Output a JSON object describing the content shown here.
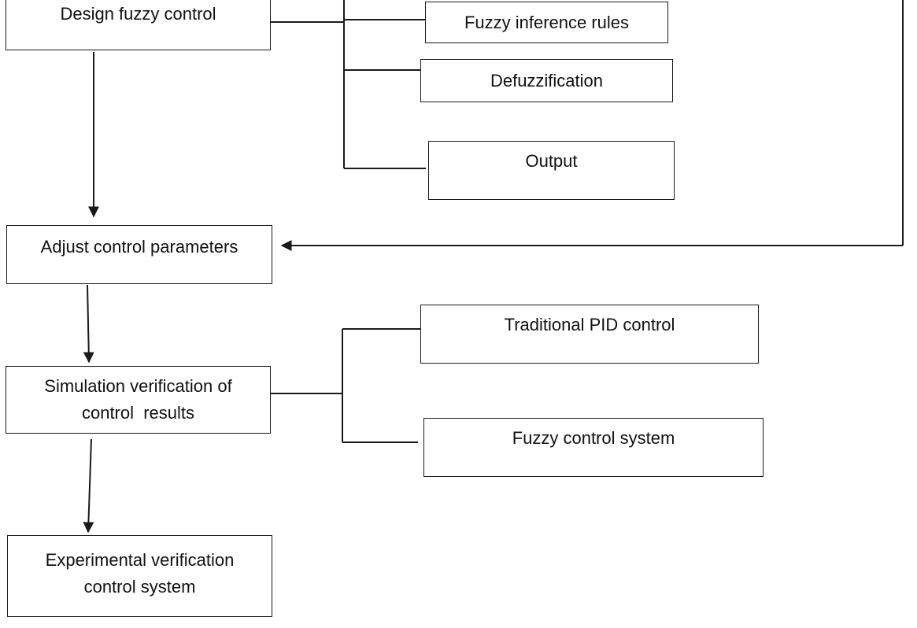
{
  "diagram": {
    "nodes": {
      "design_fuzzy_control": "Design fuzzy control",
      "fuzzy_inference_rules": "Fuzzy inference rules",
      "defuzzification": "Defuzzification",
      "output": "Output",
      "adjust_control_parameters": "Adjust control parameters",
      "simulation_verification": [
        "Simulation verification of",
        "control  results"
      ],
      "traditional_pid_control": "Traditional PID control",
      "fuzzy_control_system": "Fuzzy control system",
      "experimental_verification": [
        "Experimental verification",
        "control system"
      ]
    },
    "line_color": "#1a1a1a"
  }
}
